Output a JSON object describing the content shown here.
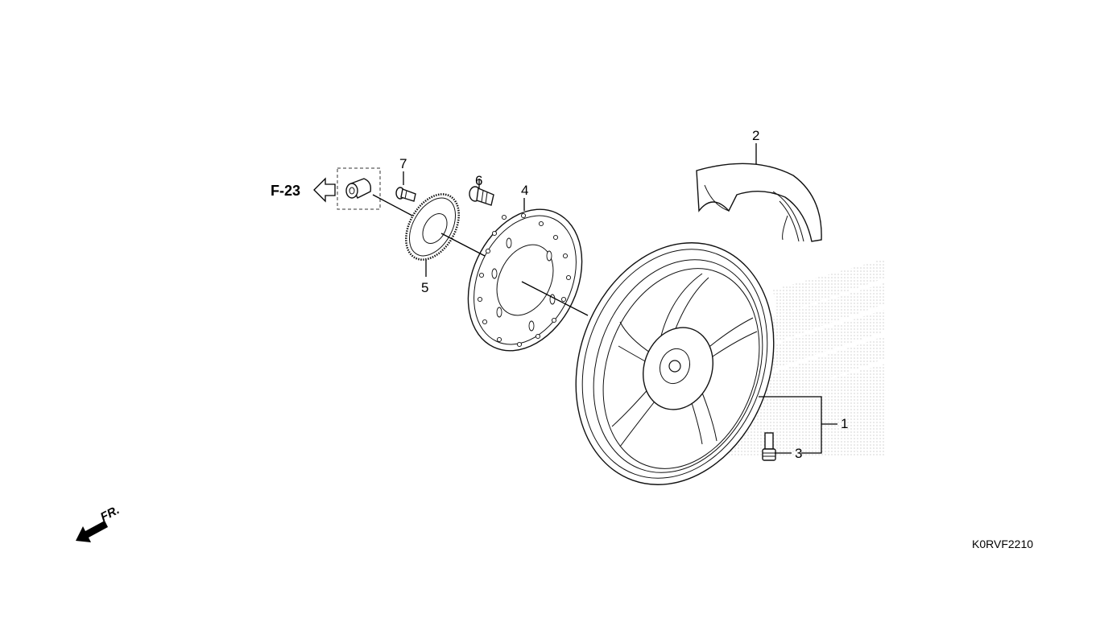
{
  "diagram": {
    "callouts": [
      {
        "id": "1",
        "label": "1"
      },
      {
        "id": "2",
        "label": "2"
      },
      {
        "id": "3",
        "label": "3"
      },
      {
        "id": "4",
        "label": "4"
      },
      {
        "id": "5",
        "label": "5"
      },
      {
        "id": "6",
        "label": "6"
      },
      {
        "id": "7",
        "label": "7"
      }
    ],
    "reference": "F-23",
    "direction": "FR.",
    "code": "K0RVF2210"
  }
}
